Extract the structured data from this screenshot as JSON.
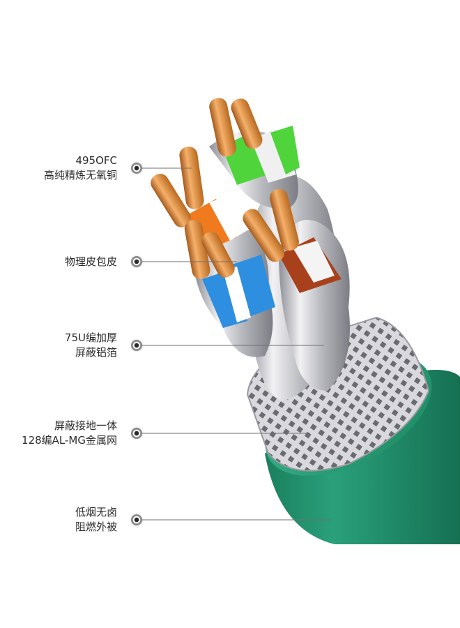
{
  "callouts": [
    {
      "lines": [
        "495OFC",
        "高纯精炼无氧铜"
      ],
      "icon": "marker-dot-icon"
    },
    {
      "lines": [
        "物理皮包皮"
      ],
      "icon": "marker-dot-icon"
    },
    {
      "lines": [
        "75U编加厚",
        "屏蔽铝箔"
      ],
      "icon": "marker-dot-icon"
    },
    {
      "lines": [
        "屏蔽接地一体",
        "128编AL-MG金属网"
      ],
      "icon": "marker-dot-icon"
    },
    {
      "lines": [
        "低烟无卤",
        "阻燃外被"
      ],
      "icon": "marker-dot-icon"
    }
  ],
  "colors": {
    "jacket": "#1f8f6a",
    "copper": "#d98a3a",
    "pair_green": "#4fd43c",
    "pair_orange": "#f07a1e",
    "pair_blue": "#2e8fe0",
    "pair_brown": "#a8401c",
    "foil": "#c8c8cc",
    "leader": "#6f6f6f"
  }
}
